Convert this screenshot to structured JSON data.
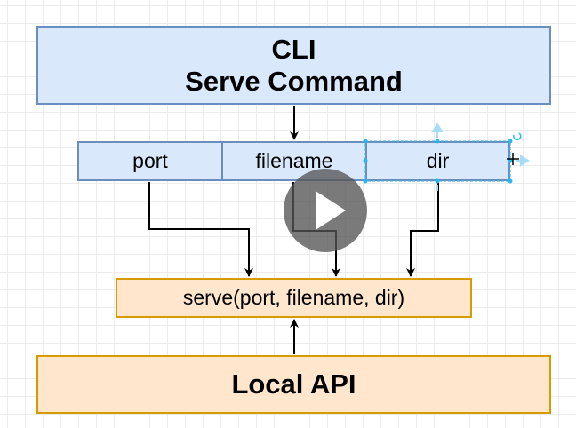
{
  "cli_box": {
    "line1": "CLI",
    "line2": "Serve Command"
  },
  "params": {
    "port": "port",
    "filename": "filename",
    "dir": "dir"
  },
  "serve_call": "serve(port, filename, dir)",
  "local_api": "Local API",
  "colors": {
    "blue_fill": "#dae8fc",
    "blue_stroke": "#6c8ebf",
    "orange_fill": "#ffe6cc",
    "orange_stroke": "#d79b00",
    "selection": "#29b6f2"
  }
}
